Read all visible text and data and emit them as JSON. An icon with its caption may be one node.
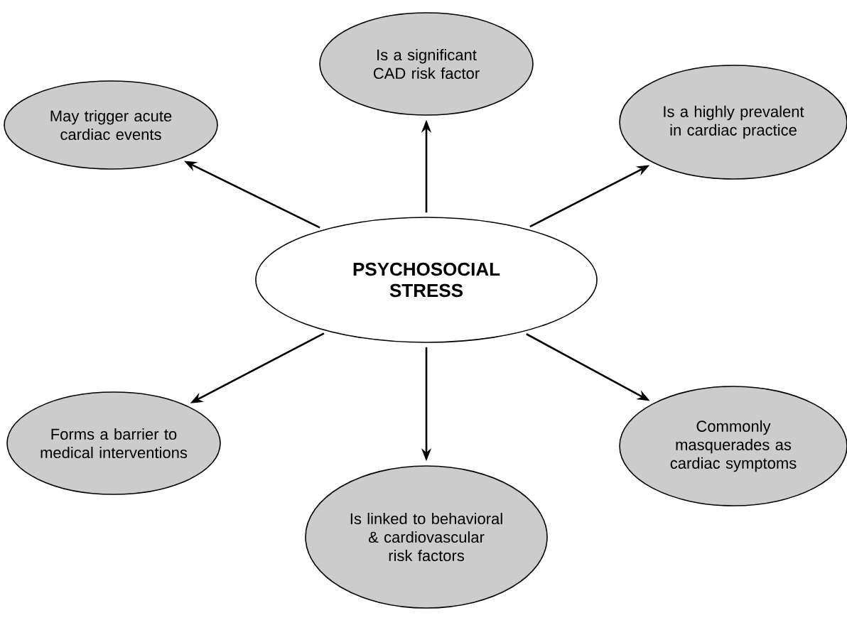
{
  "diagram": {
    "nodes": [
      {
        "text": [
          "PSYCHOSOCIAL STRESS"
        ]
      },
      {
        "text": [
          "May trigger acute cardiac events"
        ]
      },
      {
        "text": [
          "Is a significant CAD risk factor"
        ]
      },
      {
        "text": [
          "Is a highly prevalent in cardiac practice"
        ]
      },
      {
        "text": [
          "Forms a barrier to medical interventions"
        ]
      },
      {
        "text": [
          "Is linked to behavioral & cardiovascular risk factors"
        ]
      },
      {
        "text": [
          "Commonly masquerades as cardiac symptoms"
        ]
      }
    ],
    "edges": [
      {
        "from": 0,
        "to": 1,
        "arrow": "to"
      },
      {
        "from": 0,
        "to": 2,
        "arrow": "to"
      },
      {
        "from": 0,
        "to": 3,
        "arrow": "to"
      },
      {
        "from": 0,
        "to": 4,
        "arrow": "to"
      },
      {
        "from": 0,
        "to": 5,
        "arrow": "to"
      },
      {
        "from": 0,
        "to": 6,
        "arrow": "to"
      }
    ]
  }
}
